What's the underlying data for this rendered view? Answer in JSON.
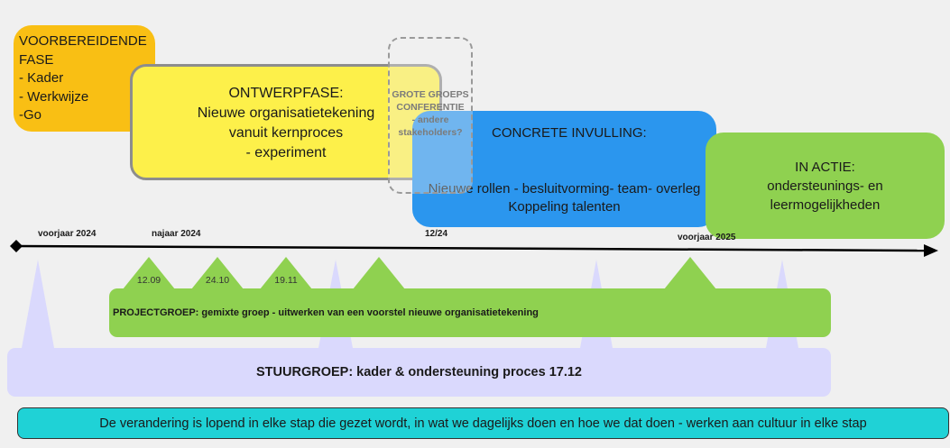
{
  "phases": {
    "prep": {
      "lines": [
        "VOORBEREIDENDE",
        "FASE",
        "- Kader",
        "- Werkwijze",
        "-Go"
      ],
      "color": "#f9bf14"
    },
    "ontwerp": {
      "lines": [
        "ONTWERPFASE:",
        "Nieuwe organisatietekening",
        "vanuit kernproces",
        "- experiment"
      ],
      "color": "#fdf04a"
    },
    "concreet": {
      "title": "CONCRETE INVULLING:",
      "line1": "Nieuwe rollen - besluitvorming- team- overleg",
      "line2": "Koppeling talenten",
      "color": "#2b96ee"
    },
    "actie": {
      "lines": [
        "IN ACTIE:",
        "ondersteunings- en",
        "leermogelijkheden"
      ],
      "color": "#8fd150"
    }
  },
  "conferentie": {
    "lines": [
      "GROTE GROEPS",
      "CONFERENTIE",
      "- andere",
      "stakeholders?"
    ]
  },
  "timeline": {
    "labels": [
      "voorjaar 2024",
      "najaar 2024",
      "12/24",
      "voorjaar 2025"
    ]
  },
  "meetings": [
    "12.09",
    "24.10",
    "19.11"
  ],
  "projectgroep": {
    "label": "PROJECTGROEP:  gemixte groep - uitwerken van een voorstel nieuwe organisatietekening",
    "color": "#8fd150"
  },
  "stuurgroep": {
    "label": "STUURGROEP: kader & ondersteuning proces  17.12",
    "color": "#dad9fd"
  },
  "banner": {
    "text": "De verandering is lopend in elke stap die gezet wordt, in wat we dagelijks doen en hoe we dat doen - werken aan cultuur in elke stap",
    "color": "#1fd2d6"
  }
}
